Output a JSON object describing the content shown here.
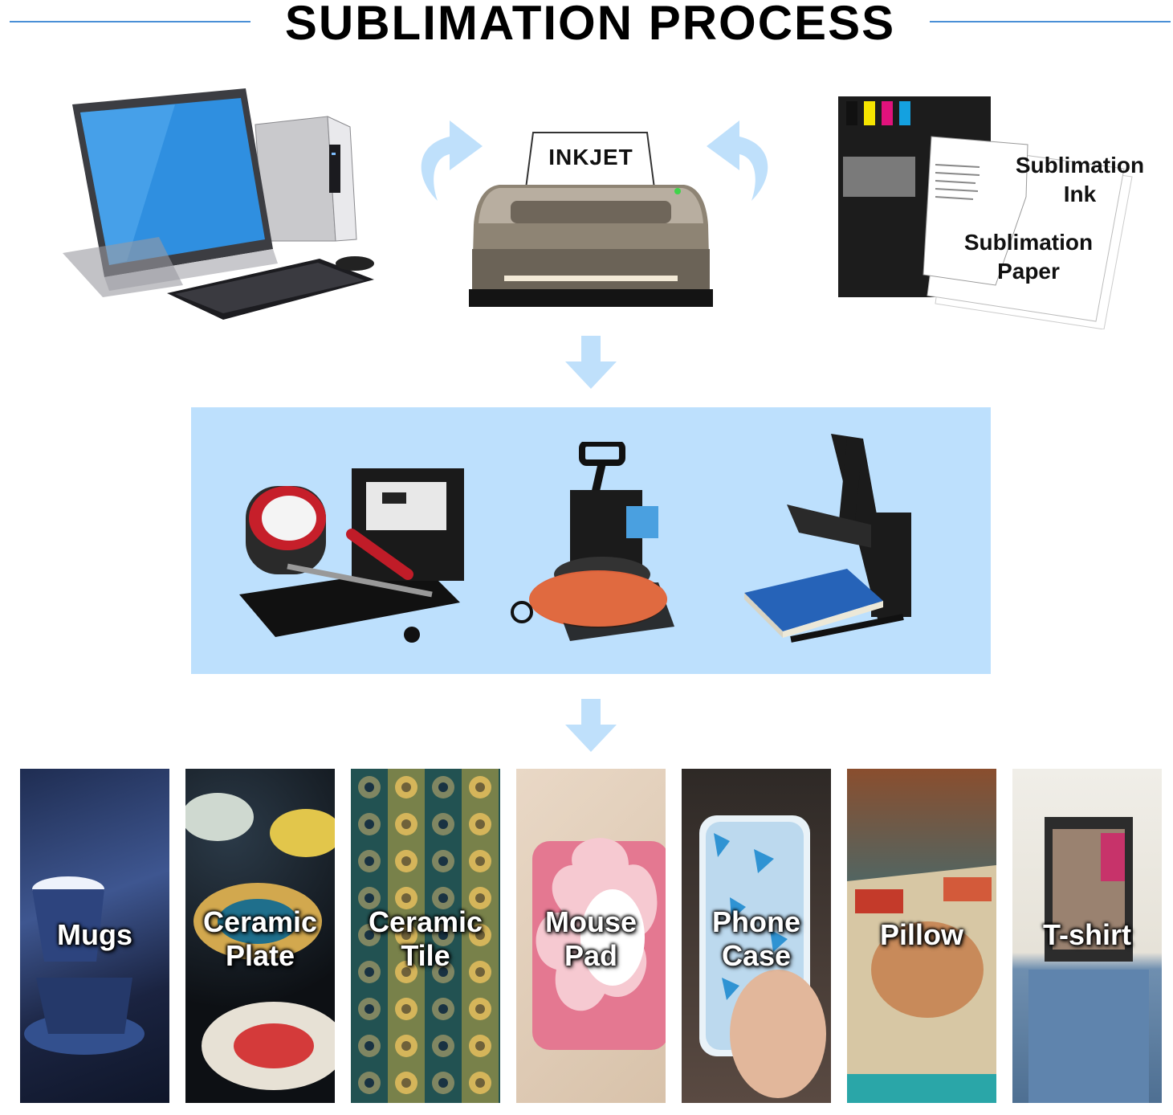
{
  "title": "SUBLIMATION PROCESS",
  "printer": {
    "paper_label": "INKJET"
  },
  "supplies": {
    "ink_label": "Sublimation\nInk",
    "paper_label": "Sublimation\nPaper"
  },
  "products": [
    {
      "label": "Mugs"
    },
    {
      "label": "Ceramic Plate"
    },
    {
      "label": "Ceramic Tile"
    },
    {
      "label": "Mouse Pad"
    },
    {
      "label": "Phone Case"
    },
    {
      "label": "Pillow"
    },
    {
      "label": "T-shirt"
    }
  ],
  "colors": {
    "accent_line": "#4a8fd6",
    "panel": "#bde0fd",
    "arrow": "#bfe0fb"
  }
}
